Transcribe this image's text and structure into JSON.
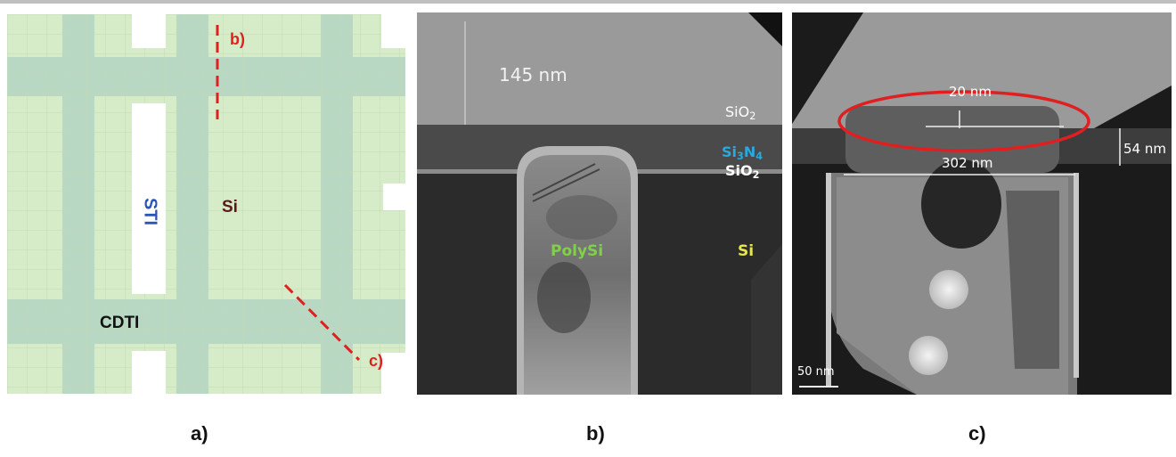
{
  "captions": {
    "a": "a)",
    "b": "b)",
    "c": "c)"
  },
  "panel_a": {
    "labels": {
      "sti": "STI",
      "si": "Si",
      "cdti": "CDTI",
      "cut_b": "b)",
      "cut_c": "c)"
    },
    "colors": {
      "si_region": "#d6ecc8",
      "cdti_band": "#b9d8c3",
      "sti": "#ffffff",
      "cut_line": "#e02020"
    }
  },
  "panel_b": {
    "labels": {
      "scale": "145 nm",
      "sio2_top_main": "SiO",
      "sio2_top_sub": "2",
      "si3n4_a": "Si",
      "si3n4_a_sub": "3",
      "si3n4_b": "N",
      "si3n4_b_sub": "4",
      "sio2_mid_main": "SiO",
      "sio2_mid_sub": "2",
      "polysi": "PolySi",
      "si": "Si"
    },
    "colors": {
      "polysi_label": "#7fd14a",
      "si_label": "#e6e64a",
      "si3n4_label": "#2aa8e0"
    }
  },
  "panel_c": {
    "labels": {
      "top_width": "20 nm",
      "bottom_width": "302 nm",
      "thickness": "54 nm",
      "scale_bar": "50 nm"
    },
    "colors": {
      "highlight_ellipse": "#e02020"
    }
  }
}
